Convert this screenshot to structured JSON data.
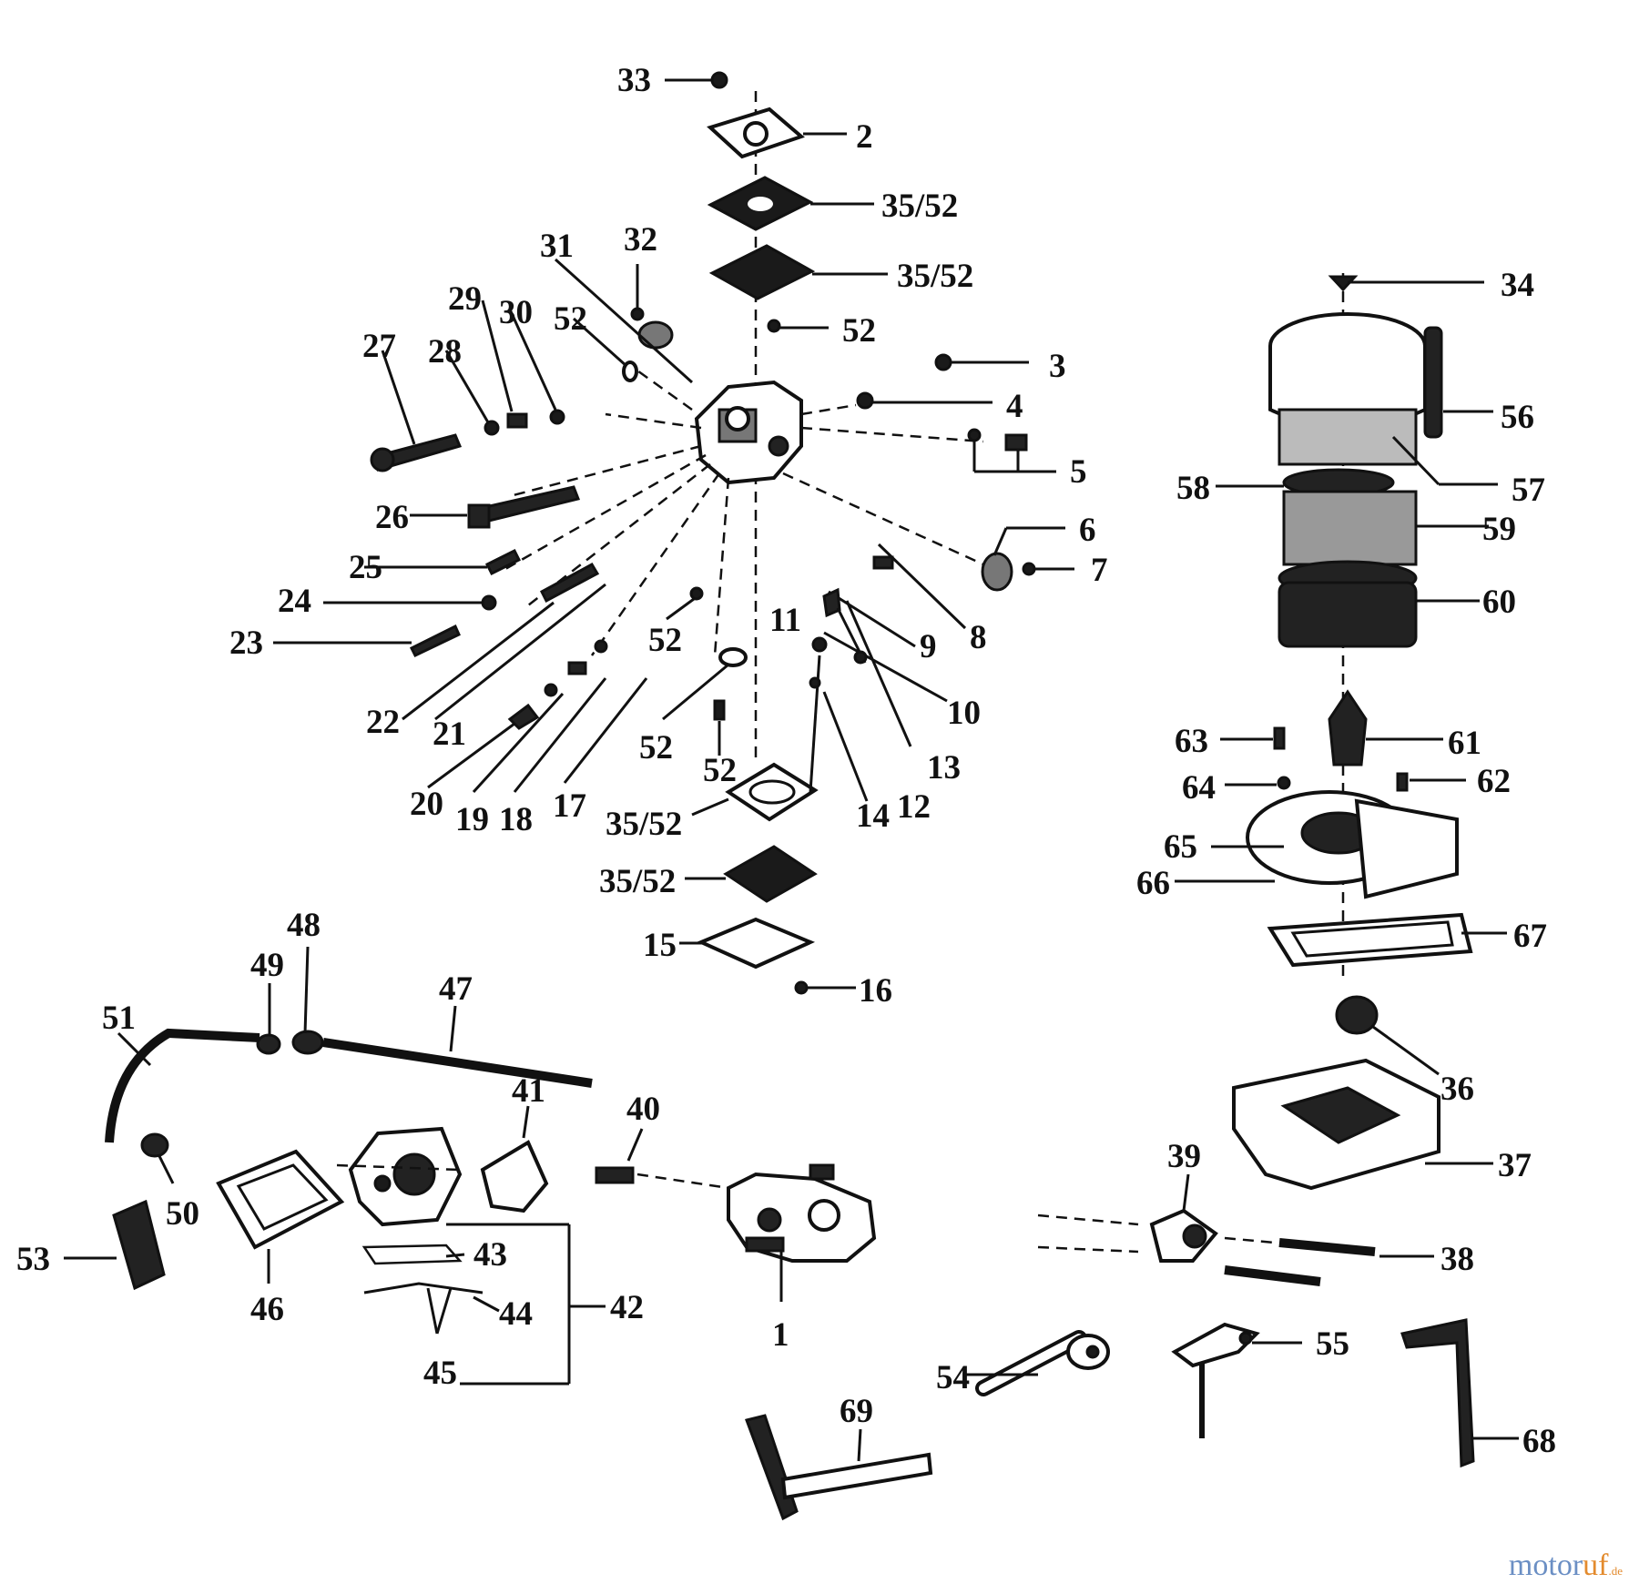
{
  "callouts": {
    "c1": "1",
    "c2": "2",
    "c3": "3",
    "c4": "4",
    "c5": "5",
    "c6": "6",
    "c7": "7",
    "c8": "8",
    "c9": "9",
    "c10": "10",
    "c11": "11",
    "c12": "12",
    "c13": "13",
    "c14": "14",
    "c15": "15",
    "c16": "16",
    "c17": "17",
    "c18": "18",
    "c19": "19",
    "c20": "20",
    "c21": "21",
    "c22": "22",
    "c23": "23",
    "c24": "24",
    "c25": "25",
    "c26": "26",
    "c27": "27",
    "c28": "28",
    "c29": "29",
    "c30": "30",
    "c31": "31",
    "c32": "32",
    "c33": "33",
    "c34": "34",
    "c36": "36",
    "c37": "37",
    "c38": "38",
    "c39": "39",
    "c40": "40",
    "c41": "41",
    "c42": "42",
    "c43": "43",
    "c44": "44",
    "c45": "45",
    "c46": "46",
    "c47": "47",
    "c48": "48",
    "c49": "49",
    "c50": "50",
    "c51": "51",
    "c52": "52",
    "c53": "53",
    "c54": "54",
    "c55": "55",
    "c56": "56",
    "c57": "57",
    "c58": "58",
    "c59": "59",
    "c60": "60",
    "c61": "61",
    "c62": "62",
    "c63": "63",
    "c64": "64",
    "c65": "65",
    "c66": "66",
    "c67": "67",
    "c68": "68",
    "c69": "69",
    "c3552": "35/52"
  },
  "watermark": {
    "main": "motor",
    "accent": "uf",
    "suffix": ".de"
  }
}
